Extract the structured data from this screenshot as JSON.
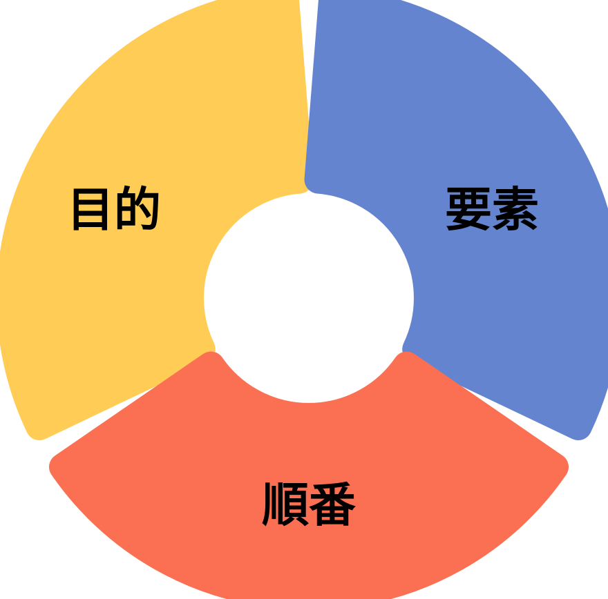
{
  "diagram": {
    "type": "three-segment-cycle",
    "segments": [
      {
        "id": "purpose",
        "label": "目的",
        "color": "#FFCC55"
      },
      {
        "id": "elements",
        "label": "要素",
        "color": "#6484CF"
      },
      {
        "id": "order",
        "label": "順番",
        "color": "#FB6F52"
      }
    ]
  }
}
